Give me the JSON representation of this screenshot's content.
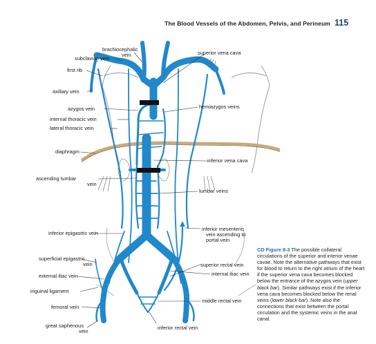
{
  "header": {
    "title": "The Blood Vessels of the Abdomen, Pelvis, and Perineum",
    "page_number": "115"
  },
  "colors": {
    "vein": "#2188cc",
    "vein_dark": "#0f5d97",
    "diaphragm": "#c9aa7a",
    "caption_accent": "#1a70b8"
  },
  "labels": {
    "brachiocephalic_1": "brachiocephalic",
    "brachiocephalic_2": "vein",
    "subclavian": "subclavian vein",
    "first_rib": "first rib",
    "axillary": "axillary vein",
    "azygos": "azygos vein",
    "internal_thoracic": "internal thoracic vein",
    "lateral_thoracic": "lateral thoracic vein",
    "diaphragm": "diaphragm",
    "ascending_lumbar_1": "ascending lumbar",
    "ascending_lumbar_2": "vein",
    "inferior_epigastric": "inferior epigastric vein",
    "superficial_epigastric_1": "superficial epigastric",
    "superficial_epigastric_2": "vein",
    "external_iliac": "external iliac vein",
    "inguinal_ligament": "inguinal ligament",
    "femoral": "femoral vein",
    "great_saphenous_1": "great saphenous",
    "great_saphenous_2": "vein",
    "superior_vena_cava": "superior vena cava",
    "hemiazygos": "hemiazygos veins",
    "inferior_vena_cava": "inferior vena cava",
    "lumbar": "lumbar veins",
    "inferior_mesenteric_1": "inferior mesenteric",
    "inferior_mesenteric_2": "vein ascending to",
    "inferior_mesenteric_3": "portal vein",
    "superior_rectal": "superior rectal vein",
    "internal_iliac": "internal iliac vein",
    "middle_rectal": "middle rectal vein",
    "inferior_rectal": "inferior rectal vein"
  },
  "caption": {
    "label": "CD Figure 8-3",
    "text_before_upper": "The possible collateral circulations of the superior and interior venae cavae. Note the alternative pathways that exist for blood to return to the right atrium of the heart if the superior vena cava becomes blocked below the entrance of the azygos vein (",
    "upper_bar": "upper black bar",
    "text_middle": "). Similar pathways exist if the inferior vena cava becomes blocked below the renal veins (",
    "lower_bar": "lower black bar",
    "text_after_lower": "). Note also the connections that exist between the portal circulation and the systemic veins in the anal canal."
  }
}
